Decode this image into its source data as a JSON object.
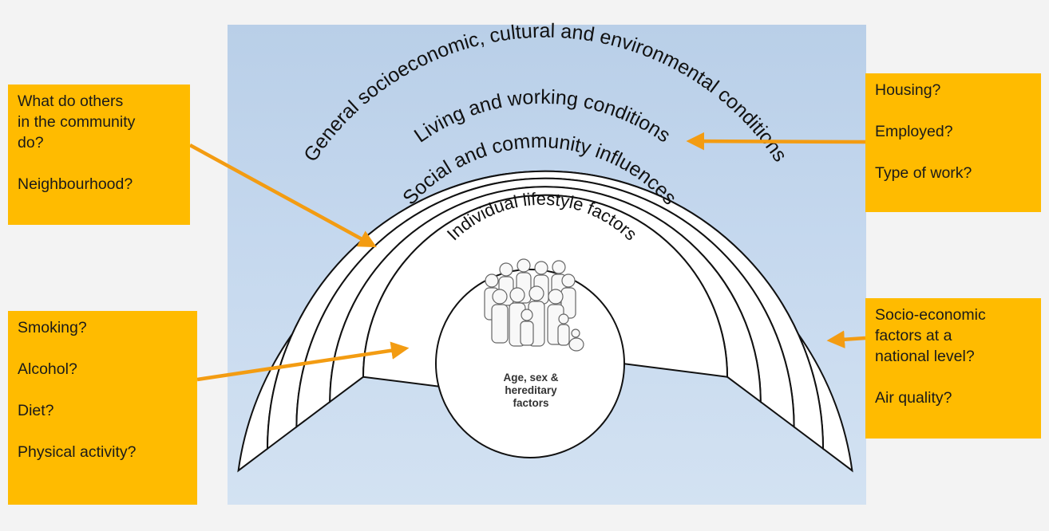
{
  "rings": {
    "outer": "General socioeconomic, cultural and environmental conditions",
    "living": "Living and working conditions",
    "social": "Social and community influences",
    "lifestyle": "Individual lifestyle factors"
  },
  "core": {
    "line1": "Age, sex &",
    "line2": "hereditary",
    "line3": "factors"
  },
  "notes": {
    "community": {
      "line1": "What do others",
      "line2": "in the community",
      "line3": "do?",
      "line4": "Neighbourhood?"
    },
    "lifestyle": {
      "item1": "Smoking?",
      "item2": "Alcohol?",
      "item3": "Diet?",
      "item4": "Physical activity?"
    },
    "living": {
      "item1": "Housing?",
      "item2": "Employed?",
      "item3": "Type of work?"
    },
    "environment": {
      "line1": "Socio-economic",
      "line2": "factors at a",
      "line3": "national level?",
      "line4": "Air quality?"
    }
  },
  "colors": {
    "note_bg": "#ffbb00",
    "arrow": "#f39c12",
    "ring_stroke": "#111111",
    "ring_fill": "#ffffff"
  }
}
